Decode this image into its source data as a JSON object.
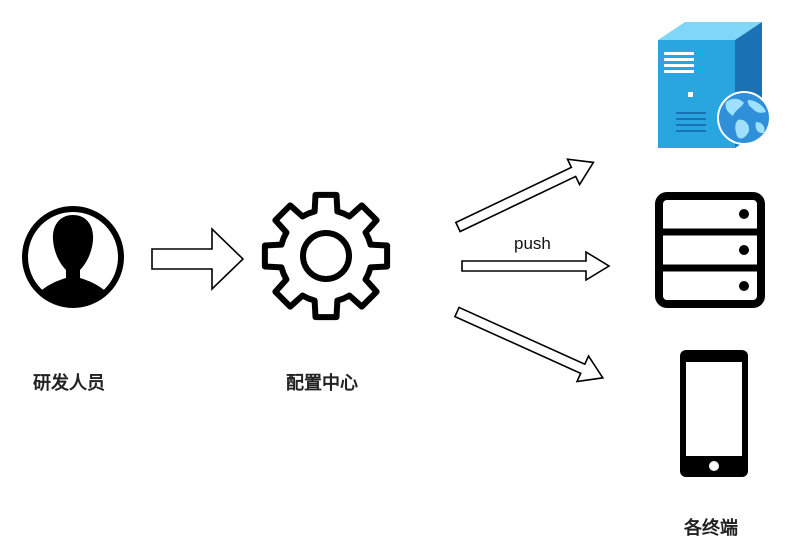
{
  "nodes": {
    "developer": {
      "label": "研发人员",
      "icon": "user-avatar-icon"
    },
    "config_center": {
      "label": "配置中心",
      "icon": "gear-icon"
    },
    "terminals": {
      "label": "各终端",
      "icon_list": [
        "web-server-icon",
        "server-rack-icon",
        "mobile-phone-icon"
      ]
    }
  },
  "edges": {
    "push_label": "push"
  },
  "colors": {
    "stroke": "#000000",
    "server_blue": "#29a6e0",
    "server_dark": "#1a72b4",
    "globe_blue": "#2f8fd8"
  }
}
